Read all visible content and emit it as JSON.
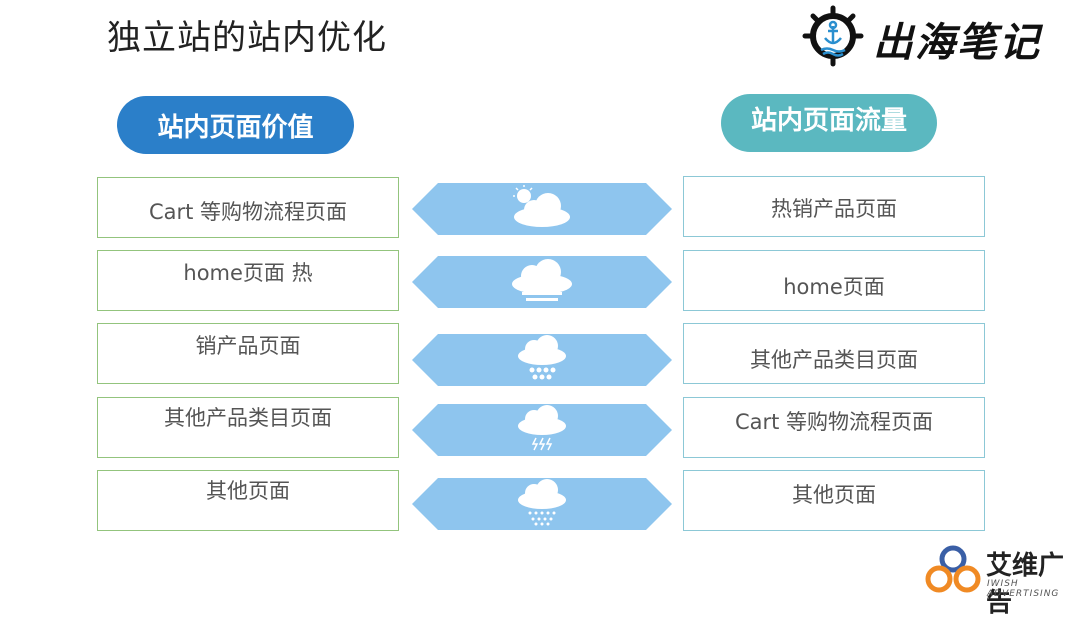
{
  "title": "独立站的站内优化",
  "brand_top": "出海笔记",
  "brand_bottom": {
    "cn": "艾维广告",
    "en": "IWISH ADVERTISING"
  },
  "left_header": "站内页面价值",
  "right_header": "站内页面流量",
  "left_items": [
    "Cart 等购物流程页面",
    "home页面 热",
    "销产品页面",
    "其他产品类目页面",
    "其他页面"
  ],
  "right_items": [
    "热销产品页面",
    "home页面",
    "其他产品类目页面",
    "Cart 等购物流程页面",
    "其他页面"
  ],
  "weather_icons": [
    "sun-cloud-icon",
    "fog-cloud-icon",
    "hail-cloud-icon",
    "thunder-cloud-icon",
    "snow-cloud-icon"
  ],
  "colors": {
    "pill_left": "#2b7fc9",
    "pill_right": "#5bb8c0",
    "arrow": "#8ec5ee",
    "left_border": "#93c47d",
    "right_border": "#8cc8d6"
  }
}
